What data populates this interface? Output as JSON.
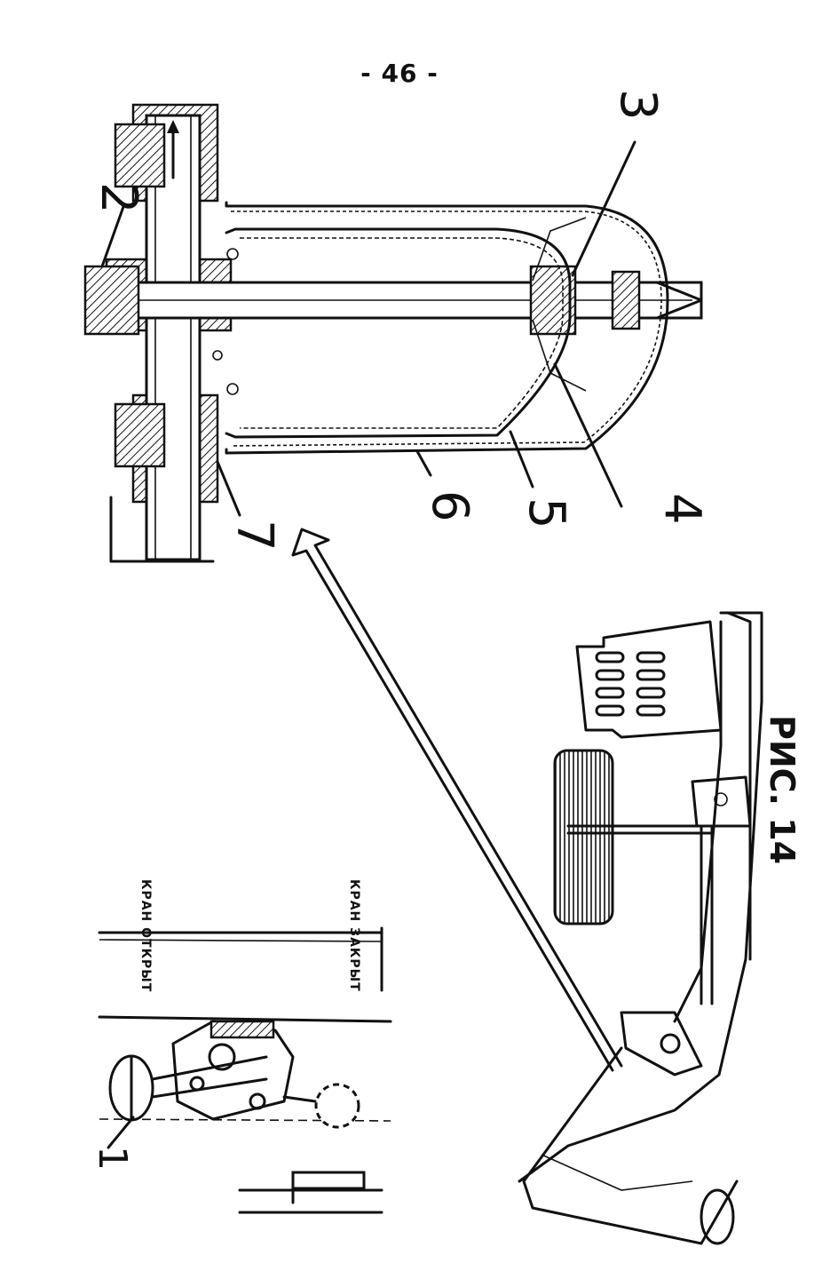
{
  "page_number": "- 46 -",
  "figure_caption": "РИС. 14",
  "callouts": [
    "1",
    "2",
    "3",
    "4",
    "5",
    "6",
    "7"
  ],
  "inset_labels": {
    "open": "КРАН ОТКРЫТ",
    "closed": "КРАН ЗАКРЫТ"
  }
}
